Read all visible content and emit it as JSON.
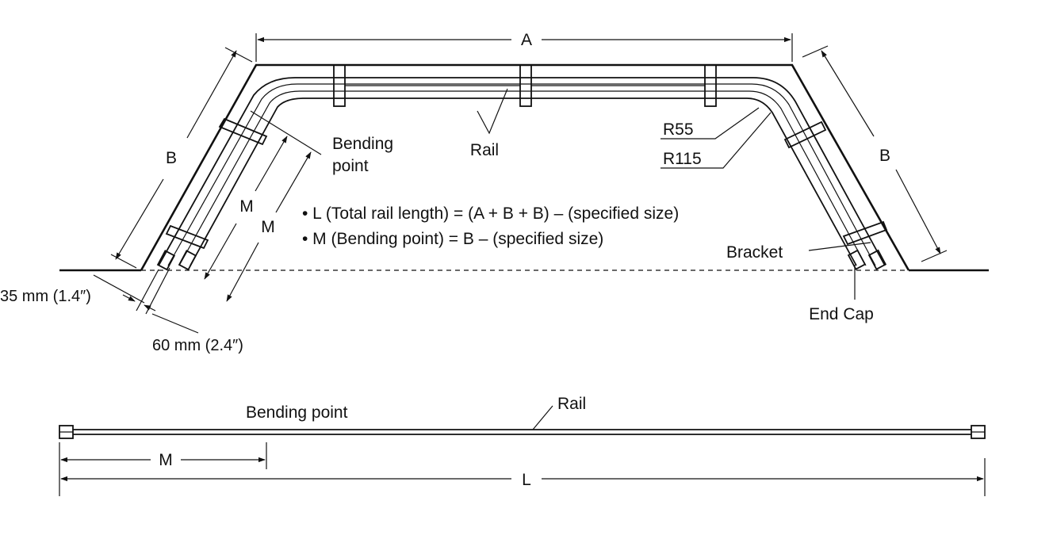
{
  "labels": {
    "dim_a": "A",
    "dim_b_left": "B",
    "dim_b_right": "B",
    "dim_m_inner": "M",
    "dim_m_outer": "M",
    "bending_point_line1": "Bending",
    "bending_point_line2": "point",
    "rail_top": "Rail",
    "r55": "R55",
    "r115": "R115",
    "bracket": "Bracket",
    "end_cap": "End Cap",
    "offset_35": "35 mm (1.4″)",
    "offset_60": "60 mm (2.4″)",
    "bending_point_bottom": "Bending point",
    "rail_bottom": "Rail",
    "dim_m_bottom": "M",
    "dim_l": "L"
  },
  "formulas": [
    "• L (Total rail length) = (A + B + B) – (specified size)",
    "• M (Bending point) = B – (specified size)"
  ],
  "colors": {
    "line": "#111111",
    "background": "#ffffff"
  }
}
